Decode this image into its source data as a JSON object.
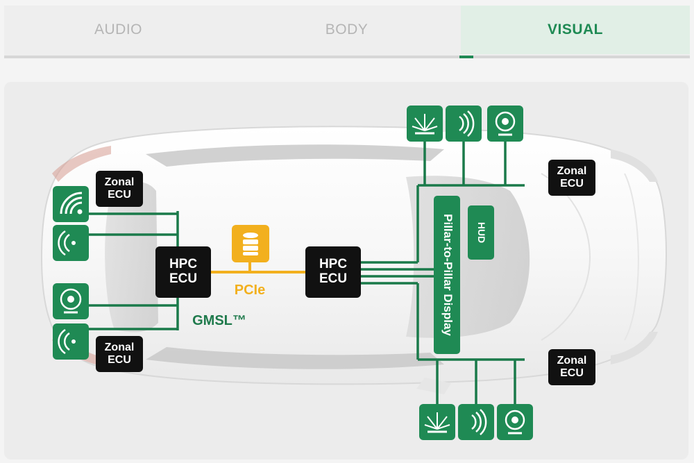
{
  "tabs": [
    {
      "label": "AUDIO",
      "active": false
    },
    {
      "label": "BODY",
      "active": false
    },
    {
      "label": "VISUAL",
      "active": true
    }
  ],
  "diagram": {
    "hpc_ecu_left": "HPC\nECU",
    "hpc_ecu_right": "HPC\nECU",
    "zonal_ecu_top_left": "Zonal\nECU",
    "zonal_ecu_bottom_left": "Zonal\nECU",
    "zonal_ecu_top_right": "Zonal\nECU",
    "zonal_ecu_bottom_right": "Zonal\nECU",
    "pcie_label": "PCIe",
    "gmsl_label": "GMSL™",
    "display_label": "Pillar-to-Pillar Display",
    "hud_label": "HUD"
  },
  "colors": {
    "accent_green": "#1f8a54",
    "link_green": "#1a7a4a",
    "pcie_yellow": "#f2b01e",
    "ecu_black": "#111111"
  },
  "icons": {
    "left_column": [
      "wifi-icon",
      "wireless-signal-icon",
      "camera-icon",
      "wireless-signal-icon"
    ],
    "top_row": [
      "lidar-icon",
      "radar-icon",
      "camera-icon"
    ],
    "bottom_row": [
      "lidar-icon",
      "radar-icon",
      "camera-icon"
    ],
    "storage": "storage-icon"
  }
}
